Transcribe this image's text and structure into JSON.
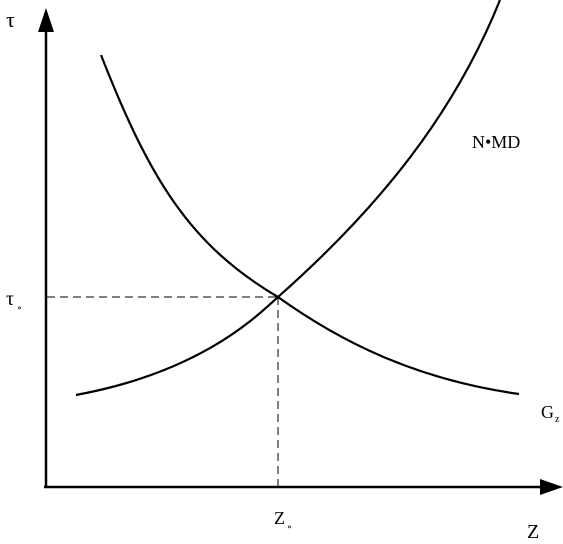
{
  "axes": {
    "y_label": "τ",
    "x_label": "Z"
  },
  "curves": {
    "rising_label": "N•MD",
    "falling_label": "G",
    "falling_label_sub": "z"
  },
  "equilibrium": {
    "y_label": "τ",
    "y_label_sub": "∘",
    "x_label": "Z",
    "x_label_sub": "∘"
  },
  "colors": {
    "stroke": "#000000",
    "background": "#ffffff"
  }
}
